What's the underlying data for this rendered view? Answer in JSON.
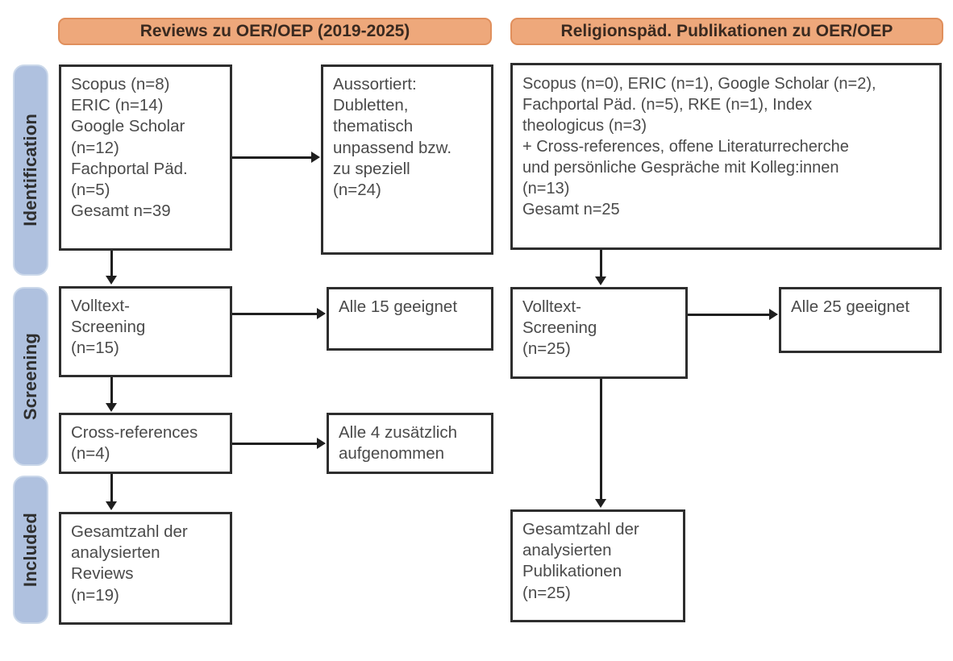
{
  "diagram": {
    "title": "PRISMA-Flussdiagramm Literaturrecherche",
    "colors": {
      "header_fill": "#EEA87B",
      "header_border": "#E08F5C",
      "stage_fill": "#AFC1DF",
      "stage_border": "#CBD8EA",
      "box_border": "#2e2e2e",
      "text": "#4a4a4a",
      "connector": "#1f1f1f"
    }
  },
  "stages": [
    {
      "id": "identification",
      "label": "Identification"
    },
    {
      "id": "screening",
      "label": "Screening"
    },
    {
      "id": "included",
      "label": "Included"
    }
  ],
  "columns": [
    {
      "id": "reviews",
      "header": "Reviews zu OER/OEP (2019-2025)"
    },
    {
      "id": "publikationen",
      "header": "Religionspäd. Publikationen zu OER/OEP"
    }
  ],
  "boxes": {
    "left_sources": "Scopus (n=8)\nERIC (n=14)\nGoogle Scholar\n(n=12)\nFachportal Päd.\n(n=5)\nGesamt n=39",
    "left_excluded": "Aussortiert:\nDubletten,\nthematisch\nunpassend bzw.\nzu speziell\n(n=24)",
    "left_fulltext": "Volltext-\nScreening\n(n=15)",
    "left_fulltext_result": "Alle 15 geeignet",
    "left_crossrefs": "Cross-references\n(n=4)",
    "left_crossrefs_result": "Alle 4 zusätzlich\naufgenommen",
    "left_included": "Gesamtzahl der\nanalysierten\nReviews\n(n=19)",
    "right_sources": "Scopus (n=0), ERIC (n=1), Google Scholar (n=2),\nFachportal Päd. (n=5), RKE (n=1), Index\ntheologicus (n=3)\n+ Cross-references, offene Literaturrecherche\nund persönliche Gespräche mit Kolleg:innen\n(n=13)\nGesamt n=25",
    "right_fulltext": "Volltext-\nScreening\n(n=25)",
    "right_fulltext_result": "Alle 25 geeignet",
    "right_included": "Gesamtzahl der\nanalysierten\nPublikationen\n(n=25)"
  },
  "chart_data": {
    "type": "diagram",
    "title": "PRISMA flow diagram: Reviews zu OER/OEP und religionspädagogische Publikationen",
    "columns": [
      "Reviews zu OER/OEP (2019-2025)",
      "Religionspäd. Publikationen zu OER/OEP"
    ],
    "stages": [
      "Identification",
      "Screening",
      "Included"
    ],
    "nodes": [
      {
        "id": "left_sources",
        "column": "reviews",
        "stage": "Identification",
        "sources": [
          {
            "name": "Scopus",
            "n": 8
          },
          {
            "name": "ERIC",
            "n": 14
          },
          {
            "name": "Google Scholar",
            "n": 12
          },
          {
            "name": "Fachportal Päd.",
            "n": 5
          }
        ],
        "total": 39
      },
      {
        "id": "left_excluded",
        "column": "reviews",
        "stage": "Identification",
        "reason": "Aussortiert: Dubletten, thematisch unpassend bzw. zu speziell",
        "n": 24
      },
      {
        "id": "left_fulltext",
        "column": "reviews",
        "stage": "Screening",
        "label": "Volltext-Screening",
        "n": 15
      },
      {
        "id": "left_fulltext_result",
        "column": "reviews",
        "stage": "Screening",
        "label": "Alle 15 geeignet",
        "n": 15
      },
      {
        "id": "left_crossrefs",
        "column": "reviews",
        "stage": "Screening",
        "label": "Cross-references",
        "n": 4
      },
      {
        "id": "left_crossrefs_result",
        "column": "reviews",
        "stage": "Screening",
        "label": "Alle 4 zusätzlich aufgenommen",
        "n": 4
      },
      {
        "id": "left_included",
        "column": "reviews",
        "stage": "Included",
        "label": "Gesamtzahl der analysierten Reviews",
        "n": 19
      },
      {
        "id": "right_sources",
        "column": "publikationen",
        "stage": "Identification",
        "sources": [
          {
            "name": "Scopus",
            "n": 0
          },
          {
            "name": "ERIC",
            "n": 1
          },
          {
            "name": "Google Scholar",
            "n": 2
          },
          {
            "name": "Fachportal Päd.",
            "n": 5
          },
          {
            "name": "RKE",
            "n": 1
          },
          {
            "name": "Index theologicus",
            "n": 3
          },
          {
            "name": "Cross-references, offene Literaturrecherche und persönliche Gespräche mit Kolleg:innen",
            "n": 13
          }
        ],
        "total": 25
      },
      {
        "id": "right_fulltext",
        "column": "publikationen",
        "stage": "Screening",
        "label": "Volltext-Screening",
        "n": 25
      },
      {
        "id": "right_fulltext_result",
        "column": "publikationen",
        "stage": "Screening",
        "label": "Alle 25 geeignet",
        "n": 25
      },
      {
        "id": "right_included",
        "column": "publikationen",
        "stage": "Included",
        "label": "Gesamtzahl der analysierten Publikationen",
        "n": 25
      }
    ],
    "edges": [
      {
        "from": "left_sources",
        "to": "left_excluded",
        "direction": "right"
      },
      {
        "from": "left_sources",
        "to": "left_fulltext",
        "direction": "down"
      },
      {
        "from": "left_fulltext",
        "to": "left_fulltext_result",
        "direction": "right"
      },
      {
        "from": "left_fulltext",
        "to": "left_crossrefs",
        "direction": "down"
      },
      {
        "from": "left_crossrefs",
        "to": "left_crossrefs_result",
        "direction": "right"
      },
      {
        "from": "left_crossrefs",
        "to": "left_included",
        "direction": "down"
      },
      {
        "from": "right_sources",
        "to": "right_fulltext",
        "direction": "down"
      },
      {
        "from": "right_fulltext",
        "to": "right_fulltext_result",
        "direction": "right"
      },
      {
        "from": "right_fulltext",
        "to": "right_included",
        "direction": "down"
      }
    ]
  }
}
